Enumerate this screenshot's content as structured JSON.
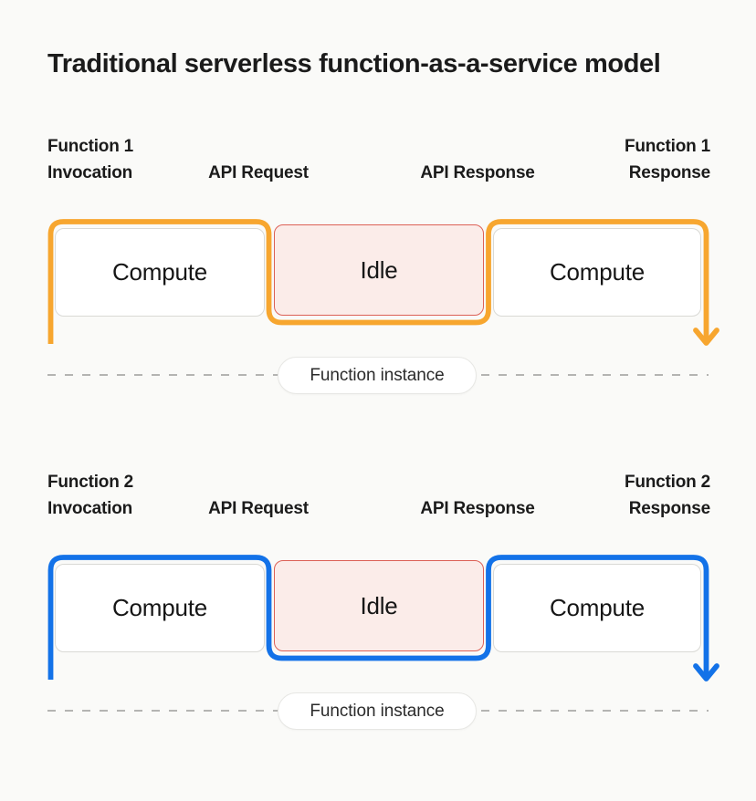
{
  "title": "Traditional serverless function-as-a-service model",
  "colors": {
    "background": "#FAFAF8",
    "text": "#1A1A1A",
    "function1_accent": "#F7A62F",
    "function2_accent": "#1372E8",
    "idle_border": "#DC6056",
    "idle_fill": "#FBECE9",
    "compute_border": "#D9D9D5",
    "dashed_line": "#B4B4B2"
  },
  "rows": [
    {
      "labels": {
        "invocation": [
          "Function 1",
          "Invocation"
        ],
        "api_request": "API Request",
        "api_response": "API Response",
        "response": [
          "Function 1",
          "Response"
        ]
      },
      "segments": [
        "Compute",
        "Idle",
        "Compute"
      ],
      "instance_label": "Function instance"
    },
    {
      "labels": {
        "invocation": [
          "Function 2",
          "Invocation"
        ],
        "api_request": "API Request",
        "api_response": "API Response",
        "response": [
          "Function 2",
          "Response"
        ]
      },
      "segments": [
        "Compute",
        "Idle",
        "Compute"
      ],
      "instance_label": "Function instance"
    }
  ]
}
